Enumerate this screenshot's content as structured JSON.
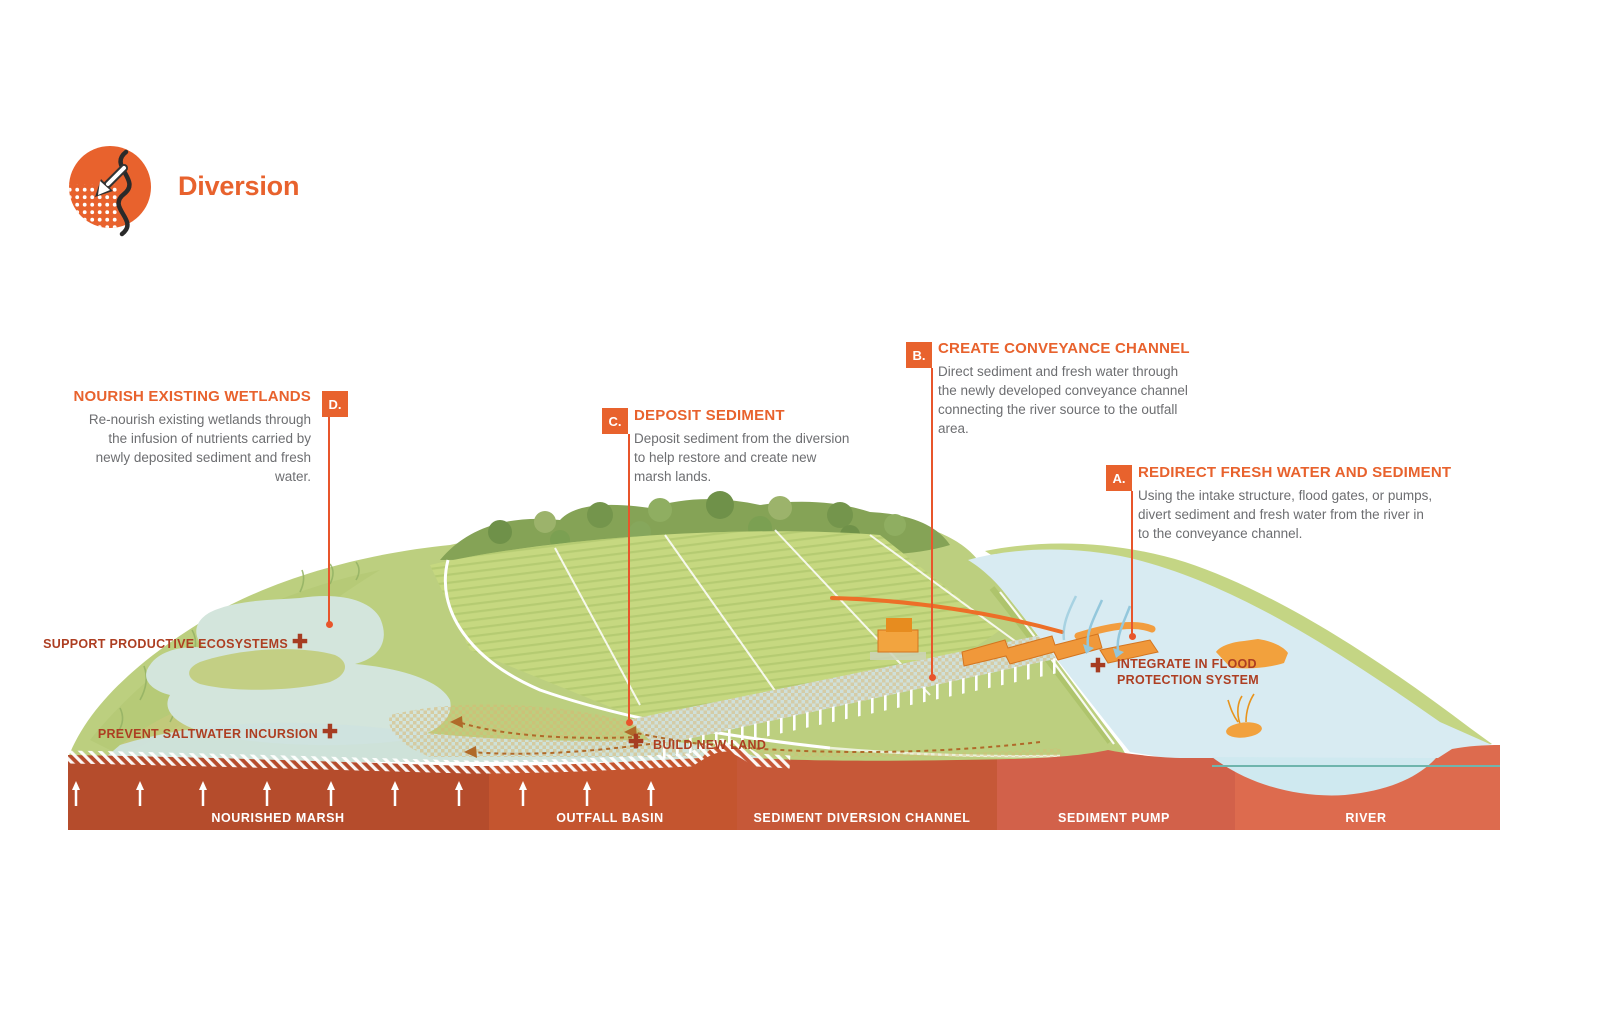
{
  "header": {
    "title": "Diversion"
  },
  "callouts": [
    {
      "letter": "A.",
      "title": "REDIRECT FRESH WATER AND SEDIMENT",
      "lines": [
        "Using the intake structure, flood gates, or pumps,",
        "divert sediment and fresh water from the river in",
        "to the conveyance channel."
      ]
    },
    {
      "letter": "B.",
      "title": "CREATE CONVEYANCE CHANNEL",
      "lines": [
        "Direct sediment and fresh water through",
        "the newly developed conveyance channel",
        "connecting the river source to the outfall",
        "area."
      ]
    },
    {
      "letter": "C.",
      "title": "DEPOSIT SEDIMENT",
      "lines": [
        "Deposit sediment from the diversion",
        "to help restore and create new",
        "marsh lands."
      ]
    },
    {
      "letter": "D.",
      "title": "NOURISH EXISTING WETLANDS",
      "lines": [
        "Re-nourish existing wetlands through",
        "the infusion of nutrients carried by",
        "newly deposited sediment and fresh",
        "water."
      ]
    }
  ],
  "benefit_labels": {
    "support": "SUPPORT PRODUCTIVE ECOSYSTEMS",
    "prevent": "PREVENT SALTWATER INCURSION",
    "build": "BUILD NEW LAND",
    "integrate_line1": "INTEGRATE IN FLOOD",
    "integrate_line2": "PROTECTION SYSTEM",
    "plus_glyph": "✚"
  },
  "section_labels": [
    "NOURISHED MARSH",
    "OUTFALL BASIN",
    "SEDIMENT DIVERSION CHANNEL",
    "SEDIMENT PUMP",
    "RIVER"
  ],
  "colors": {
    "accent": "#e8622d",
    "leader_line": "#e8552b",
    "benefit_text": "#ad3e22",
    "body_text": "#6d6e71",
    "section_nourished_marsh": "#b54c2c",
    "section_outfall_basin": "#c4552f",
    "section_diversion_channel": "#c65838",
    "section_sediment_pump": "#d2614a",
    "section_river": "#dd6b4e",
    "river_water": "#d8ebf2",
    "land_green": "#bccf7f",
    "structure_orange": "#f0983a"
  }
}
